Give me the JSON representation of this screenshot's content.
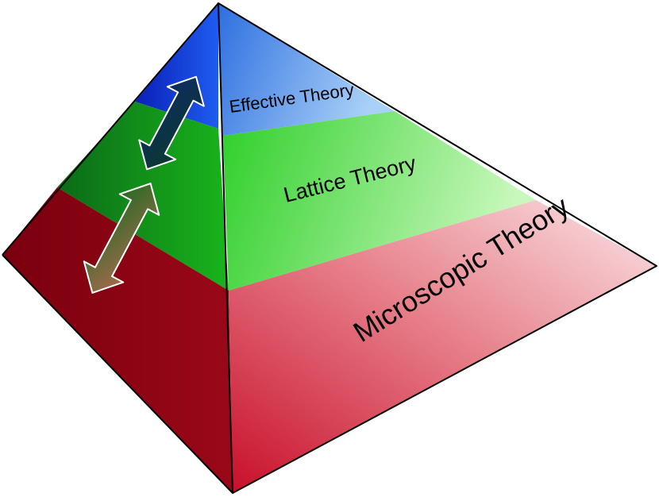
{
  "layers": [
    {
      "id": "effective",
      "label": "Effective Theory"
    },
    {
      "id": "lattice",
      "label": "Lattice Theory"
    },
    {
      "id": "microscopic",
      "label": "Microscopic Theory"
    }
  ],
  "colors": {
    "effective_left": "#1a2fd6",
    "effective_right": "#7fb4f2",
    "lattice_left": "#0f7f1a",
    "lattice_right": "#b8f5a8",
    "microscopic_left": "#8a0010",
    "microscopic_right": "#f7d6da",
    "edge": "#000000",
    "arrow_top": "#0d2a52",
    "arrow_bottom": "#b05a48"
  },
  "icons": {
    "upper_arrow": "double-arrow-icon",
    "lower_arrow": "double-arrow-icon"
  }
}
